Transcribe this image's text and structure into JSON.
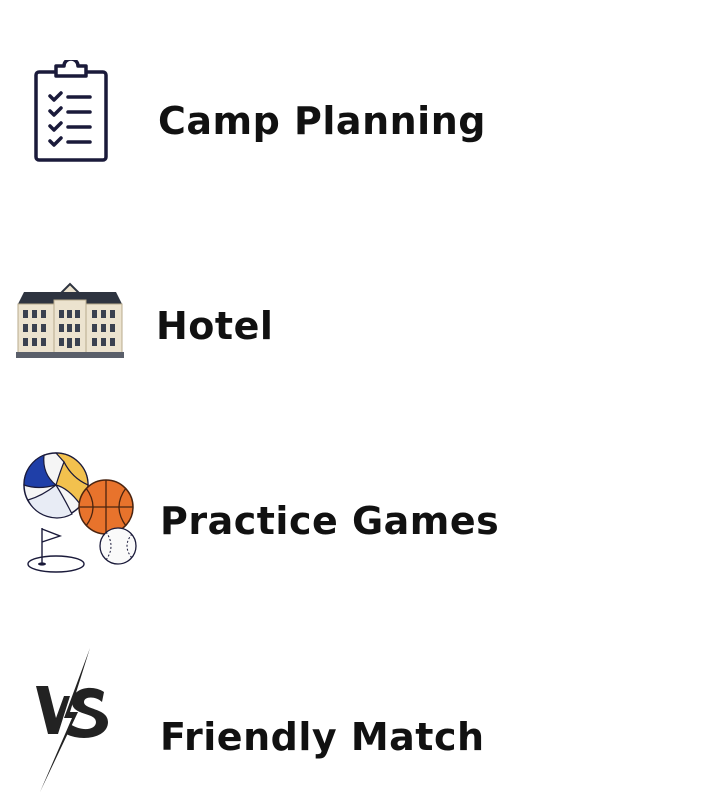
{
  "items": [
    {
      "label": "Camp Planning",
      "icon": "clipboard-checklist-icon"
    },
    {
      "label": "Hotel",
      "icon": "hotel-building-icon"
    },
    {
      "label": "Practice Games",
      "icon": "sports-balls-icon"
    },
    {
      "label": "Friendly Match",
      "icon": "versus-icon"
    }
  ],
  "colors": {
    "text": "#111111",
    "icon_stroke": "#1a1a3a",
    "volleyball_blue": "#1f3fa8",
    "volleyball_yellow": "#f2c14e",
    "basketball_orange": "#e8732c",
    "hotel_wall": "#ece3cf",
    "hotel_roof": "#2e3440"
  }
}
